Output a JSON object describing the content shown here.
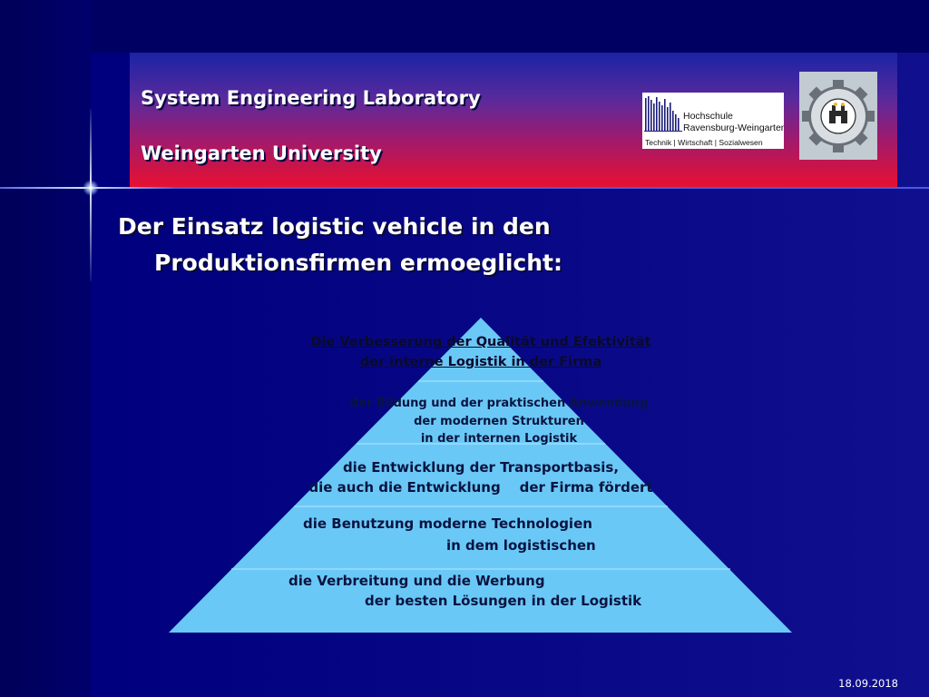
{
  "header": {
    "title_line1": "System Engineering Laboratory",
    "title_line2": "Weingarten University"
  },
  "logos": {
    "hochschule": {
      "name_line1": "Hochschule",
      "name_line2": "Ravensburg-Weingarten",
      "subtitle": "Technik  |  Wirtschaft  |  Sozialwesen"
    },
    "politechnika": {
      "icon": "university-seal-icon"
    }
  },
  "slide": {
    "title_line1": "Der Einsatz logistic vehicle in den",
    "title_line2": "Produktionsfirmen ermoeglicht:"
  },
  "pyramid": {
    "level1": {
      "line1": "Die Verbesserung der Qualität und Efektivität ",
      "line2": "der interne Logistik in der Firma"
    },
    "level2": {
      "line1": "der Bildung und der praktischen Anwendung",
      "line2": "der modernen Strukturen",
      "line3": "in der internen Logistik"
    },
    "level3": {
      "line1": "die Entwicklung der Transportbasis,",
      "line2": "die auch die Entwicklung    der Firma fördert"
    },
    "level4": {
      "line1": "die Benutzung moderne Technologien",
      "line2": "in dem logistischen"
    },
    "level5": {
      "line1": "die Verbreitung und die Werbung",
      "line2": "der besten Lösungen in der Logistik"
    }
  },
  "footer": {
    "date": "18.09.2018"
  },
  "colors": {
    "background": "#00007e",
    "pyramid_fill": "#6ac8f6",
    "header_top": "#1a23a6",
    "header_bottom": "#e81030"
  }
}
